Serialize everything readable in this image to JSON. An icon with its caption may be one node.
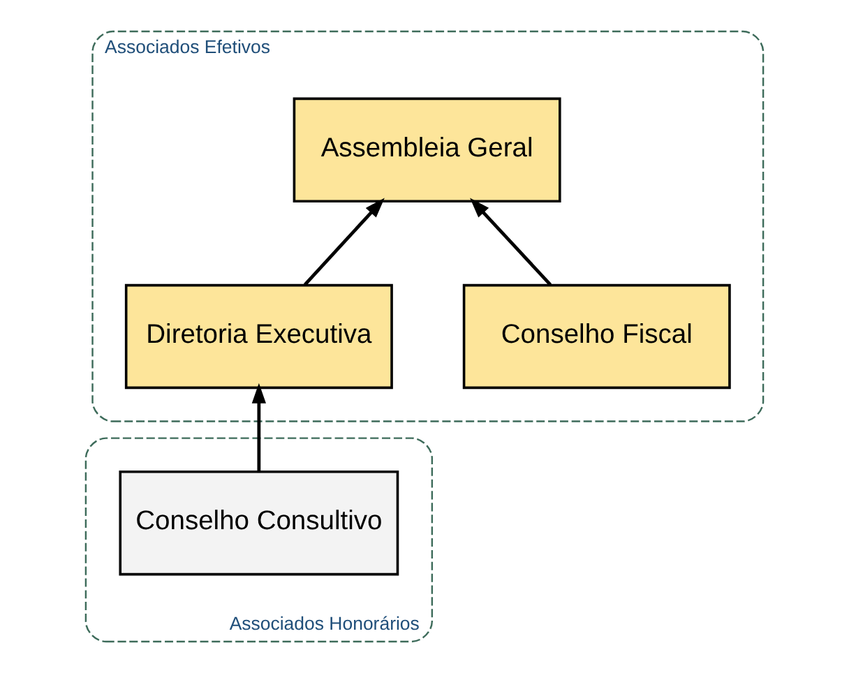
{
  "diagram": {
    "nodes": [
      {
        "text": [
          "Associados Efetivos"
        ]
      },
      {
        "text": [
          "Assembleia Geral"
        ],
        "in": 0
      },
      {
        "text": [
          "Conselho Fiscal"
        ],
        "in": 0
      },
      {
        "text": [
          "Diretoria Executiva"
        ],
        "in": 0
      },
      {
        "text": [
          "Associados Honorários"
        ]
      },
      {
        "text": [
          "Conselho Consultivo"
        ],
        "in": 4
      }
    ],
    "edges": [
      {
        "from": 2,
        "to": 1,
        "arrow": "to"
      },
      {
        "from": 3,
        "to": 1,
        "arrow": "to"
      },
      {
        "from": 5,
        "to": 3,
        "arrow": "to"
      }
    ]
  }
}
